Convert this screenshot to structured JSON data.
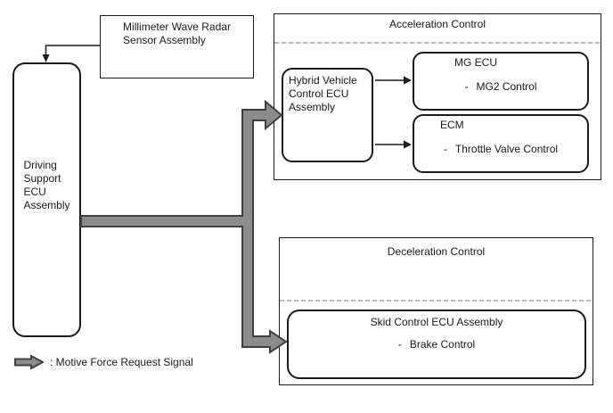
{
  "sections": {
    "acceleration": {
      "title": "Acceleration Control"
    },
    "deceleration": {
      "title": "Deceleration Control"
    }
  },
  "nodes": {
    "radar": {
      "label": "Millimeter Wave Radar\nSensor Assembly"
    },
    "driving_support": {
      "label": "Driving\nSupport\nECU\nAssembly"
    },
    "hybrid": {
      "label": "Hybrid Vehicle\nControl ECU\nAssembly"
    },
    "mg_ecu": {
      "title": "MG ECU",
      "bullet": "-",
      "item": "MG2 Control"
    },
    "ecm": {
      "title": "ECM",
      "bullet": "-",
      "item": "Throttle Valve Control"
    },
    "skid": {
      "title": "Skid Control ECU Assembly",
      "bullet": "-",
      "item": "Brake Control"
    }
  },
  "legend": {
    "label": ": Motive Force Request Signal"
  },
  "colors": {
    "background": "#ffffff",
    "box_border": "#1a1a1a",
    "text": "#1a1a1a",
    "signal_arrow_fill": "#8c8c8c",
    "signal_arrow_outline": "#404040",
    "dashed_divider": "#8f8f8f"
  }
}
